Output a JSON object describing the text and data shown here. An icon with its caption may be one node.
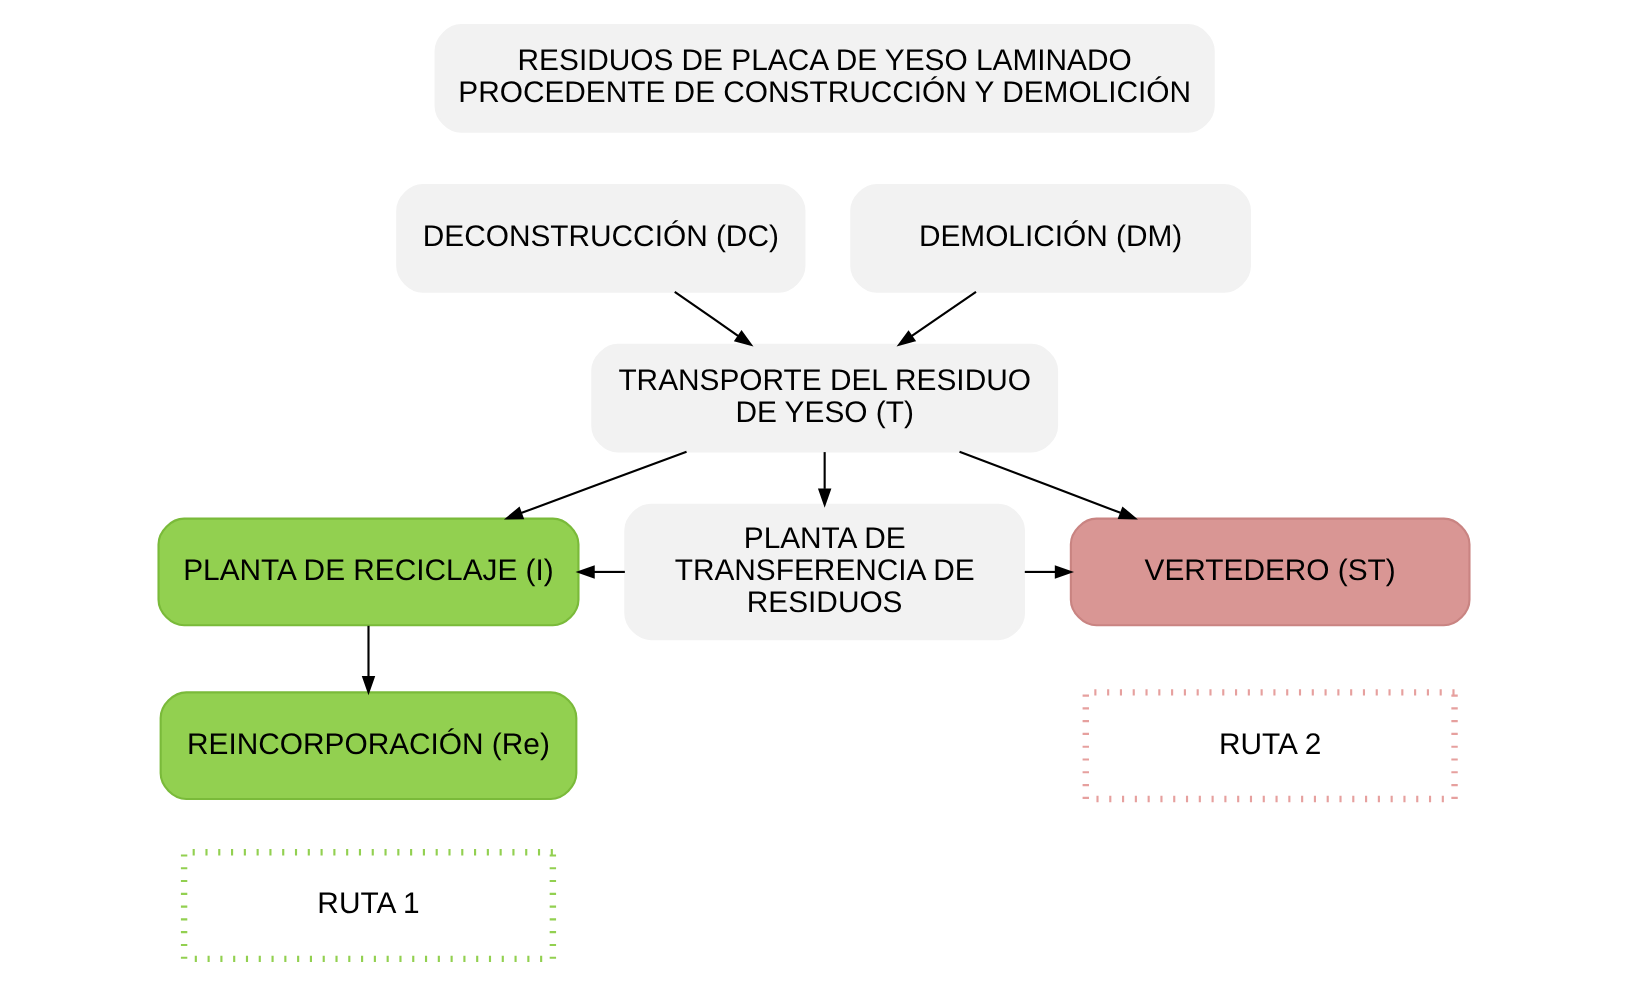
{
  "diagram": {
    "nodes": [
      {
        "text": [
          "RESIDUOS DE PLACA DE YESO LAMINADO PROCEDENTE DE CONSTRUCCIÓN Y DEMOLICIÓN"
        ]
      },
      {
        "text": [
          "DECONSTRUCCIÓN (DC)"
        ]
      },
      {
        "text": [
          "DEMOLICIÓN (DM)"
        ]
      },
      {
        "text": [
          "TRANSPORTE DEL RESIDUO DE YESO (T)"
        ]
      },
      {
        "text": [
          "PLANTA DE RECICLAJE (I)"
        ]
      },
      {
        "text": [
          "PLANTA DE TRANSFERENCIA DE RESIDUOS"
        ]
      },
      {
        "text": [
          "VERTEDERO (ST)"
        ]
      },
      {
        "text": [
          "REINCORPORACIÓN (Re)"
        ]
      },
      {
        "text": [
          "RUTA 2"
        ]
      },
      {
        "text": [
          "RUTA 1"
        ]
      }
    ],
    "edges": [
      {
        "from": 1,
        "to": 3,
        "arrow": "to"
      },
      {
        "from": 2,
        "to": 3,
        "arrow": "to"
      },
      {
        "from": 3,
        "to": 4,
        "arrow": "to"
      },
      {
        "from": 3,
        "to": 5,
        "arrow": "to"
      },
      {
        "from": 3,
        "to": 6,
        "arrow": "to"
      },
      {
        "from": 5,
        "to": 4,
        "arrow": "to"
      },
      {
        "from": 5,
        "to": 6,
        "arrow": "to"
      },
      {
        "from": 4,
        "to": 7,
        "arrow": "to"
      }
    ]
  }
}
